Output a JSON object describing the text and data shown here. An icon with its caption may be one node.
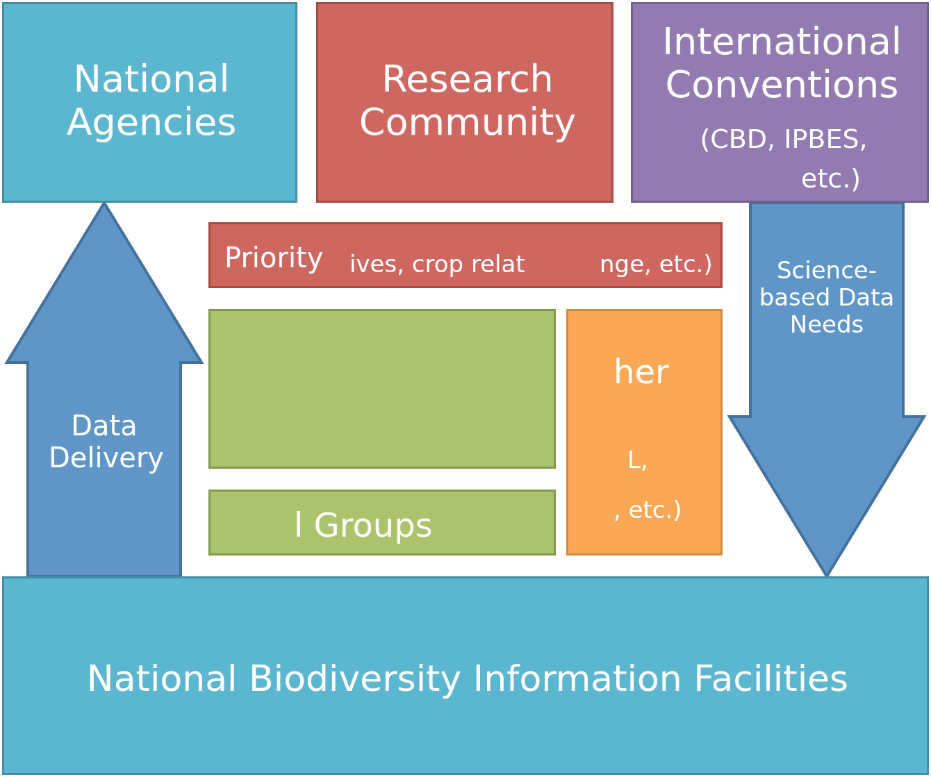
{
  "diagram": {
    "nodes": [
      {
        "text": [
          "National Agencies"
        ]
      },
      {
        "text": [
          "Research Community"
        ]
      },
      {
        "text": [
          "International Conventions",
          "(CBD, IPBES,",
          "etc.)"
        ]
      },
      {
        "text": [
          "Priority",
          "ives, crop relat",
          "nge, etc.)"
        ]
      },
      {
        "text": [],
        "shape": "bar"
      },
      {
        "text": [
          "her",
          "L,",
          ", etc.)"
        ]
      },
      {
        "text": [
          "l Groups"
        ]
      },
      {
        "text": [
          "National Biodiversity Information Facilities"
        ]
      }
    ],
    "edges": [
      {
        "from": 7,
        "to": 0,
        "arrow": "to",
        "label": "Data Delivery"
      },
      {
        "from": 2,
        "to": 7,
        "arrow": "to",
        "label": "Science-based Data Needs"
      }
    ]
  }
}
